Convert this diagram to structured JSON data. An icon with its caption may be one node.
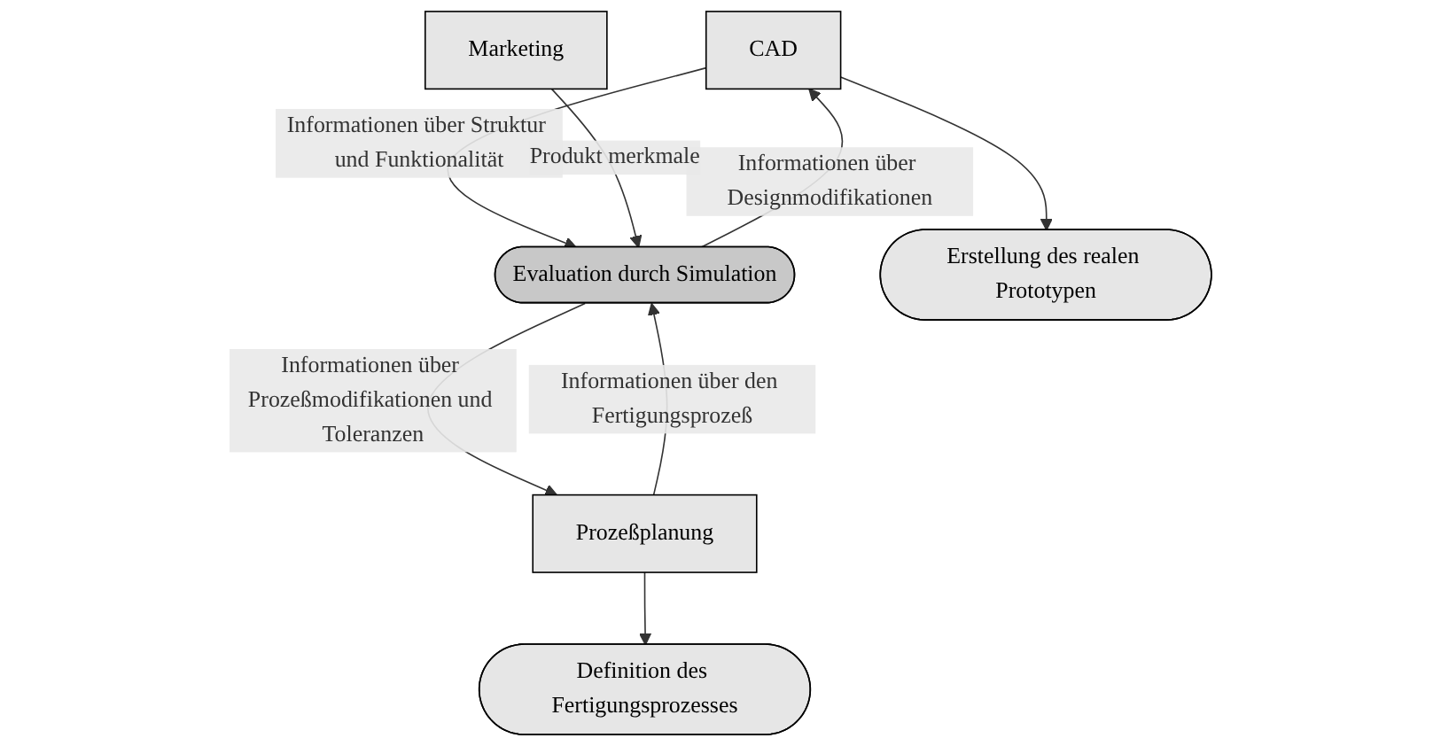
{
  "diagram": {
    "nodes": [
      {
        "text": [
          "CAD"
        ]
      },
      {
        "text": [
          "Evaluation durch Simulation"
        ]
      },
      {
        "text": [
          "Prozeßplanung"
        ]
      },
      {
        "text": [
          "Erstellung des realen Prototypen"
        ]
      },
      {
        "text": [
          "Marketing"
        ]
      },
      {
        "text": [
          "Definition des Fertigungsprozesses"
        ]
      }
    ],
    "edges": [
      {
        "from": 0,
        "to": 1,
        "arrow": "to",
        "label": "Informationen über Struktur und Funktionalität"
      },
      {
        "from": 2,
        "to": 1,
        "arrow": "to",
        "label": "Informationen über den Fertigungsprozeß"
      },
      {
        "from": 1,
        "to": 0,
        "arrow": "to",
        "label": "Informationen über Designmodifikationen"
      },
      {
        "from": 1,
        "to": 2,
        "arrow": "to",
        "label": "Informationen über Prozeßmodifikationen und Toleranzen"
      },
      {
        "from": 0,
        "to": 3,
        "arrow": "to"
      },
      {
        "from": 4,
        "to": 1,
        "arrow": "to",
        "label": "Produkt merkmale"
      },
      {
        "from": 2,
        "to": 5,
        "arrow": "to"
      }
    ]
  }
}
